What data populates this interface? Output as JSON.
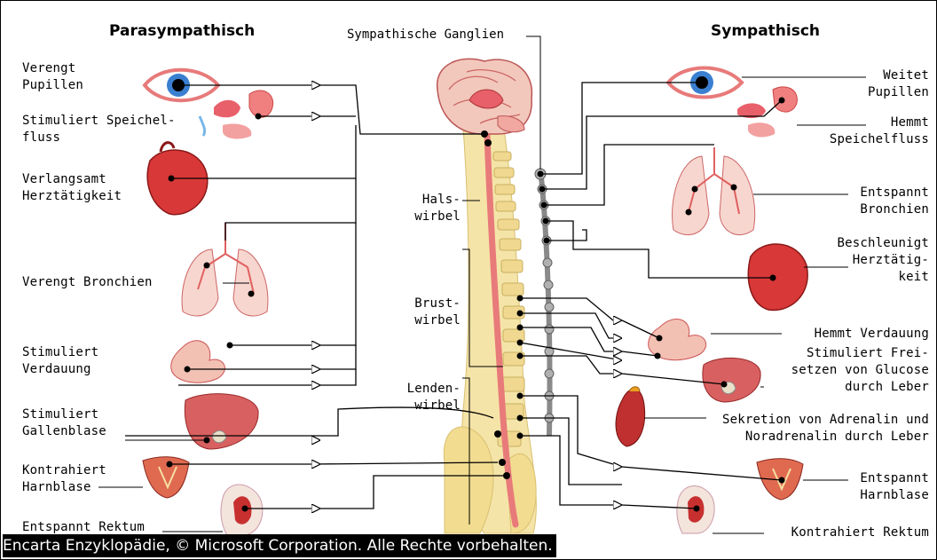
{
  "headers": {
    "parasympathetic": "Parasympathisch",
    "sympathetic": "Sympathisch",
    "ganglia": "Sympathische Ganglien"
  },
  "spine_labels": {
    "cervical": "Hals-\nwirbel",
    "thoracic": "Brust-\nwirbel",
    "lumbar": "Lenden-\nwirbel"
  },
  "left_labels": [
    "Verengt\nPupillen",
    "Stimuliert Speichel-\nfluss",
    "Verlangsamt\nHerztätigkeit",
    "Verengt Bronchien",
    "Stimuliert\nVerdauung",
    "Stimuliert\nGallenblase",
    "Kontrahiert\nHarnblase",
    "Entspannt Rektum"
  ],
  "right_labels": [
    "Weitet\nPupillen",
    "Hemmt\nSpeichelfluss",
    "Entspannt\nBronchien",
    "Beschleunigt\nHerztätig-\nkeit",
    "Hemmt Verdauung",
    "Stimuliert Frei-\nsetzen von Glucose\ndurch Leber",
    "Sekretion von Adrenalin und\nNoradrenalin durch Leber",
    "Entspannt\nHarnblase",
    "Kontrahiert Rektum"
  ],
  "copyright": "Encarta Enzyklopädie, © Microsoft Corporation. Alle Rechte vorbehalten.",
  "colors": {
    "organ": "#e8606a",
    "organ_dark": "#b82828",
    "organ_light": "#f7d6cf",
    "spinal_cord": "#e87a7a",
    "vertebrae": "#f5e4a8",
    "ganglia": "#9a9a9a"
  }
}
